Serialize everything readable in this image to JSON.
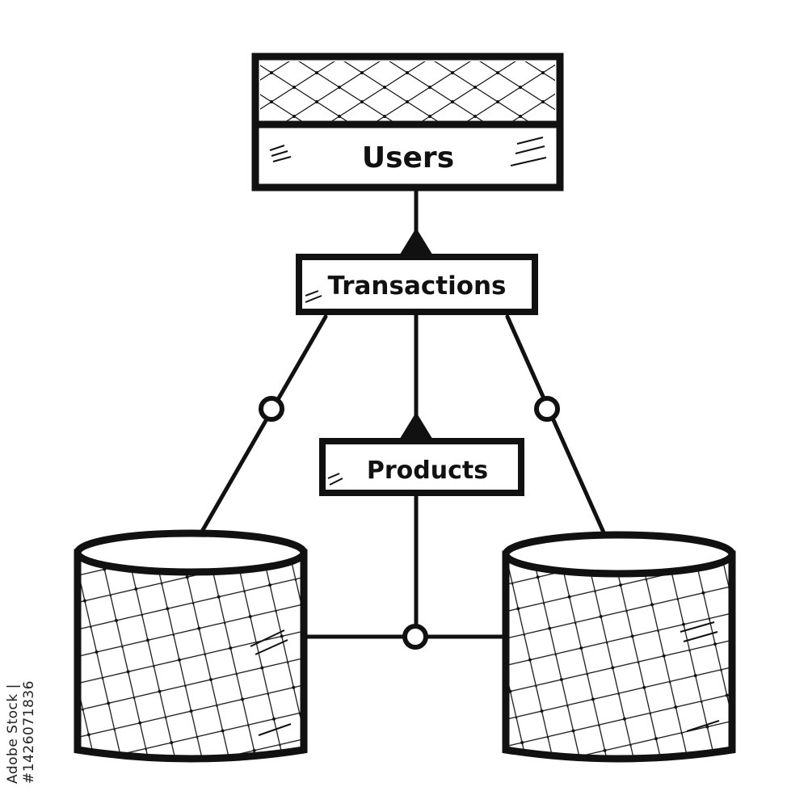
{
  "diagram": {
    "entities": {
      "users": "Users",
      "transactions": "Transactions",
      "products": "Products"
    }
  },
  "watermark": {
    "side_id": "Adobe Stock | #1426071836"
  },
  "colors": {
    "ink": "#111111",
    "background": "#ffffff"
  }
}
